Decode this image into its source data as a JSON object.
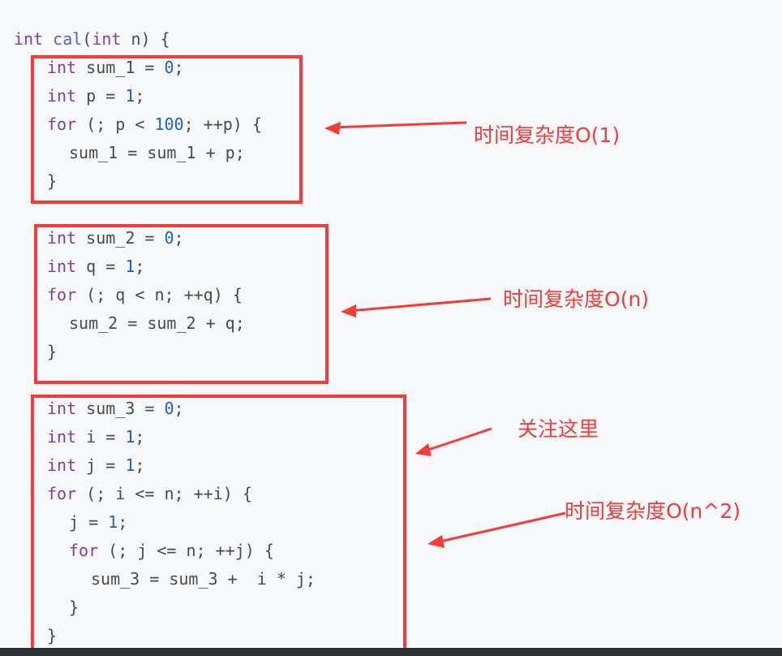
{
  "code": {
    "lines": [
      {
        "tokens": [
          {
            "t": "int",
            "c": "kw"
          },
          {
            "t": " ",
            "c": ""
          },
          {
            "t": "cal",
            "c": "fn"
          },
          {
            "t": "(",
            "c": ""
          },
          {
            "t": "int",
            "c": "kw"
          },
          {
            "t": " n) {",
            "c": ""
          }
        ]
      },
      {
        "tokens": [
          {
            "t": "int",
            "c": "kw"
          },
          {
            "t": " sum_1 = ",
            "c": ""
          },
          {
            "t": "0",
            "c": "num"
          },
          {
            "t": ";",
            "c": ""
          }
        ]
      },
      {
        "tokens": [
          {
            "t": "int",
            "c": "kw"
          },
          {
            "t": " p = ",
            "c": ""
          },
          {
            "t": "1",
            "c": "num"
          },
          {
            "t": ";",
            "c": ""
          }
        ]
      },
      {
        "tokens": [
          {
            "t": "for",
            "c": "kw"
          },
          {
            "t": " (; p < ",
            "c": ""
          },
          {
            "t": "100",
            "c": "num"
          },
          {
            "t": "; ++p) {",
            "c": ""
          }
        ]
      },
      {
        "tokens": [
          {
            "t": "sum_1 = sum_1 + p;",
            "c": ""
          }
        ]
      },
      {
        "tokens": [
          {
            "t": "}",
            "c": ""
          }
        ]
      },
      {
        "tokens": [
          {
            "t": "int",
            "c": "kw"
          },
          {
            "t": " sum_2 = ",
            "c": ""
          },
          {
            "t": "0",
            "c": "num"
          },
          {
            "t": ";",
            "c": ""
          }
        ]
      },
      {
        "tokens": [
          {
            "t": "int",
            "c": "kw"
          },
          {
            "t": " q = ",
            "c": ""
          },
          {
            "t": "1",
            "c": "num"
          },
          {
            "t": ";",
            "c": ""
          }
        ]
      },
      {
        "tokens": [
          {
            "t": "for",
            "c": "kw"
          },
          {
            "t": " (; q < n; ++q) {",
            "c": ""
          }
        ]
      },
      {
        "tokens": [
          {
            "t": "sum_2 = sum_2 + q;",
            "c": ""
          }
        ]
      },
      {
        "tokens": [
          {
            "t": "}",
            "c": ""
          }
        ]
      },
      {
        "tokens": [
          {
            "t": "int",
            "c": "kw"
          },
          {
            "t": " sum_3 = ",
            "c": ""
          },
          {
            "t": "0",
            "c": "num"
          },
          {
            "t": ";",
            "c": ""
          }
        ]
      },
      {
        "tokens": [
          {
            "t": "int",
            "c": "kw"
          },
          {
            "t": " i = ",
            "c": ""
          },
          {
            "t": "1",
            "c": "num"
          },
          {
            "t": ";",
            "c": ""
          }
        ]
      },
      {
        "tokens": [
          {
            "t": "int",
            "c": "kw"
          },
          {
            "t": " j = ",
            "c": ""
          },
          {
            "t": "1",
            "c": "num"
          },
          {
            "t": ";",
            "c": ""
          }
        ]
      },
      {
        "tokens": [
          {
            "t": "for",
            "c": "kw"
          },
          {
            "t": " (; i <= n; ++i) {",
            "c": ""
          }
        ]
      },
      {
        "tokens": [
          {
            "t": "j = ",
            "c": ""
          },
          {
            "t": "1",
            "c": "num"
          },
          {
            "t": ";",
            "c": ""
          }
        ]
      },
      {
        "tokens": [
          {
            "t": "for",
            "c": "kw"
          },
          {
            "t": " (; j <= n; ++j) {",
            "c": ""
          }
        ]
      },
      {
        "tokens": [
          {
            "t": "sum_3 = sum_3 +  i * j;",
            "c": ""
          }
        ]
      },
      {
        "tokens": [
          {
            "t": "}",
            "c": ""
          }
        ]
      },
      {
        "tokens": [
          {
            "t": "}",
            "c": ""
          }
        ]
      }
    ]
  },
  "annotations": {
    "block1": "时间复杂度O(1)",
    "block2": "时间复杂度O(n)",
    "focus": "关注这里",
    "block3": "时间复杂度O(n^2)"
  },
  "colors": {
    "annotation_red": "#f53a3a",
    "keyword": "#7d3ea8",
    "number": "#1f5fd1",
    "text": "#4a4a4a",
    "background": "#f6f8fa"
  }
}
